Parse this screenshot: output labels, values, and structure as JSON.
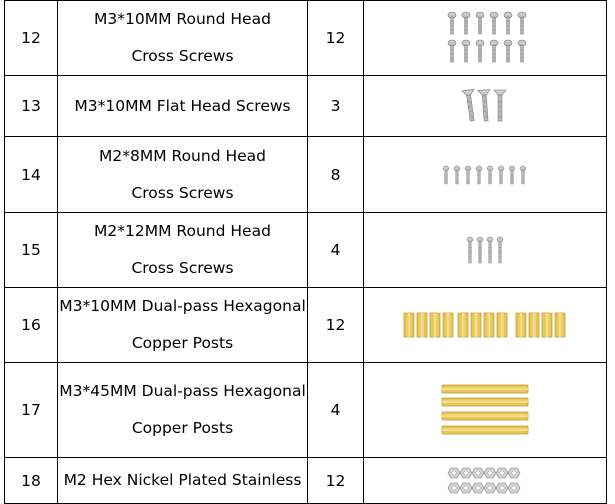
{
  "rows": [
    {
      "no": "12",
      "name_lines": [
        "M3*10MM Round Head",
        "Cross Screws"
      ],
      "qty": "12",
      "icon": "round-head-screws-icon"
    },
    {
      "no": "13",
      "name_lines": [
        "M3*10MM Flat Head Screws"
      ],
      "qty": "3",
      "icon": "flat-head-screws-icon"
    },
    {
      "no": "14",
      "name_lines": [
        "M2*8MM Round Head",
        "Cross Screws"
      ],
      "qty": "8",
      "icon": "small-round-screws-icon"
    },
    {
      "no": "15",
      "name_lines": [
        "M2*12MM Round Head",
        "Cross Screws"
      ],
      "qty": "4",
      "icon": "long-round-screws-icon"
    },
    {
      "no": "16",
      "name_lines": [
        "M3*10MM Dual-pass Hexagonal",
        "Copper Posts"
      ],
      "qty": "12",
      "icon": "short-copper-posts-icon"
    },
    {
      "no": "17",
      "name_lines": [
        "M3*45MM Dual-pass Hexagonal",
        "Copper Posts"
      ],
      "qty": "4",
      "icon": "long-copper-posts-icon"
    },
    {
      "no": "18",
      "name_lines": [
        "M2 Hex Nickel Plated Stainless"
      ],
      "qty": "12",
      "icon": "hex-nuts-icon"
    }
  ],
  "colors": {
    "border": "#000000",
    "copper": "#e8c65a",
    "metal": "#b8b8b8"
  }
}
